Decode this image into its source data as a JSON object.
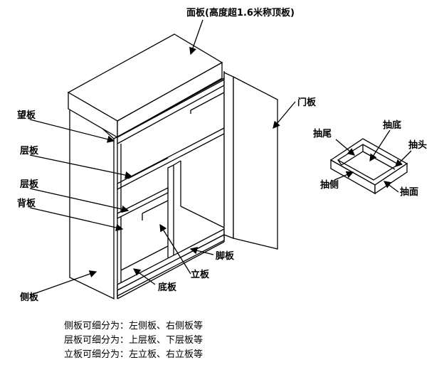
{
  "labels": {
    "top_board": "面板(高度超1.6米称顶板)",
    "apron": "望板",
    "shelf": "层板",
    "lower_shelf": "层板",
    "back_panel": "背板",
    "side_panel": "侧板",
    "bottom_board": "底板",
    "divider": "立板",
    "kick_board": "脚板",
    "door": "门板",
    "drawer_tail": "抽尾",
    "drawer_bottom": "抽底",
    "drawer_head": "抽头",
    "drawer_side": "抽侧",
    "drawer_face": "抽面"
  },
  "notes": [
    "侧板可细分为：左侧板、右侧板等",
    "层板可细分为：上层板、下层板等",
    "立板可细分为：左立板、右立板等"
  ]
}
